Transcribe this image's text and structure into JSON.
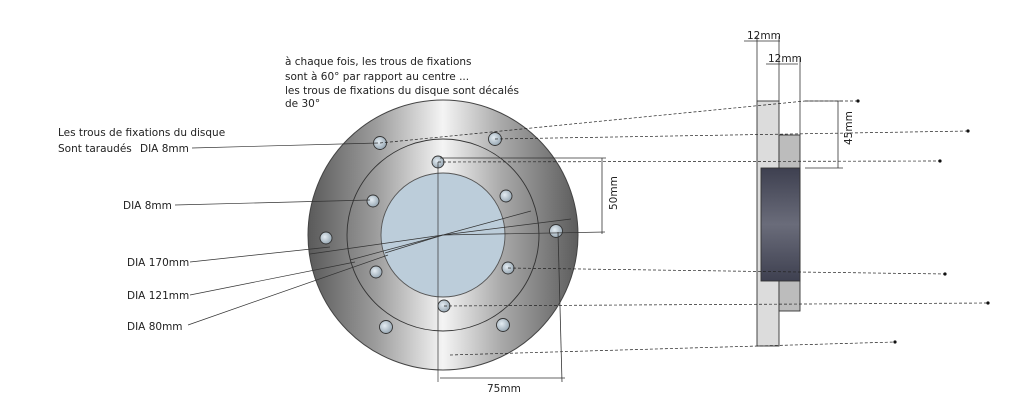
{
  "notes": {
    "line1": "à chaque fois, les trous de fixations",
    "line2": "sont à 60° par rapport au centre ...",
    "line3": "les trous de fixations du disque sont décalés",
    "line4": "de 30°",
    "tapped1": "Les trous de fixations du disque",
    "tapped2": "Sont taraudés"
  },
  "labels": {
    "dia8_top": "DIA 8mm",
    "dia8_mid": "DIA 8mm",
    "dia170": "DIA 170mm",
    "dia121": "DIA 121mm",
    "dia80": "DIA 80mm",
    "dim50": "50mm",
    "dim75": "75mm",
    "dim12a": "12mm",
    "dim12b": "12mm",
    "dim45": "45mm"
  },
  "colors": {
    "disc_light": "#f2f2f2",
    "disc_dark": "#6e6e6e",
    "hub": "#b9cbd8",
    "side_dark": "#4e5062"
  }
}
